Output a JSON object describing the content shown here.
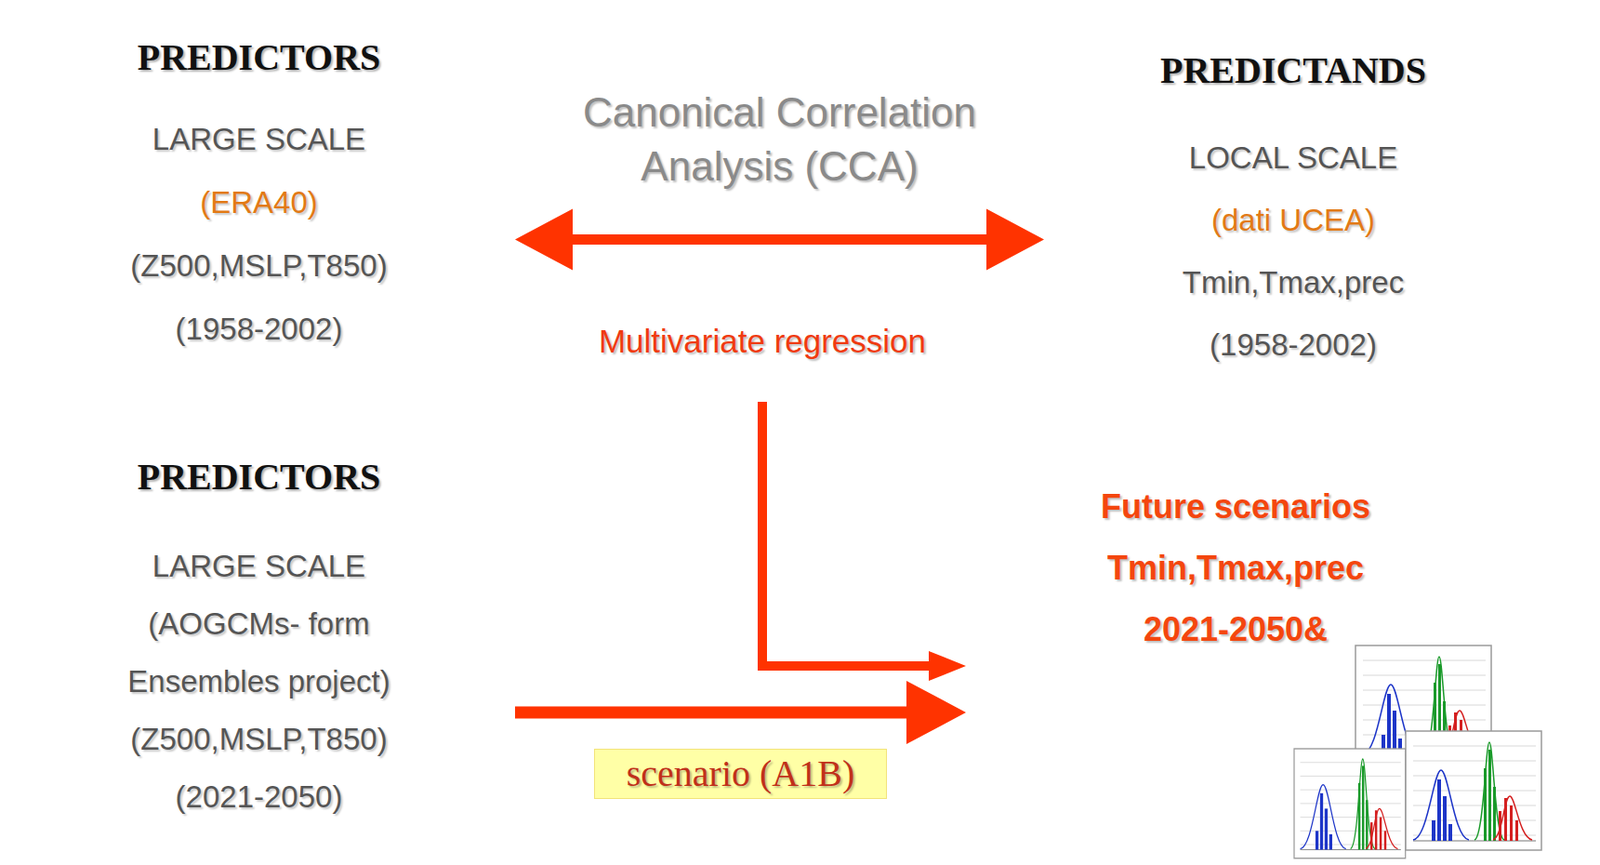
{
  "diagram": {
    "nodes": [
      {
        "text": [
          "PREDICTORS",
          "LARGE SCALE",
          "(ERA40)",
          "(Z500,MSLP,T850)",
          "(1958-2002)"
        ]
      },
      {
        "text": [
          "PREDICTANDS",
          "LOCAL SCALE",
          "(dati UCEA)",
          "Tmin,Tmax,prec",
          "(1958-2002)"
        ]
      },
      {
        "text": [
          "Multivariate regression"
        ]
      },
      {
        "text": [
          "PREDICTORS",
          "LARGE SCALE",
          "(AOGCMs- form Ensembles project)",
          "(Z500,MSLP,T850)",
          "(2021-2050)"
        ]
      },
      {
        "text": [
          "Future scenarios",
          "Tmin,Tmax,prec",
          "2021-2050&"
        ]
      }
    ],
    "edges": [
      {
        "from": 0,
        "to": 1,
        "arrow": "both",
        "label": "Canonical Correlation Analysis (CCA)"
      },
      {
        "from": 2,
        "to": 4,
        "arrow": "to"
      },
      {
        "from": 3,
        "to": 4,
        "arrow": "to",
        "label": "scenario (A1B)"
      }
    ]
  }
}
